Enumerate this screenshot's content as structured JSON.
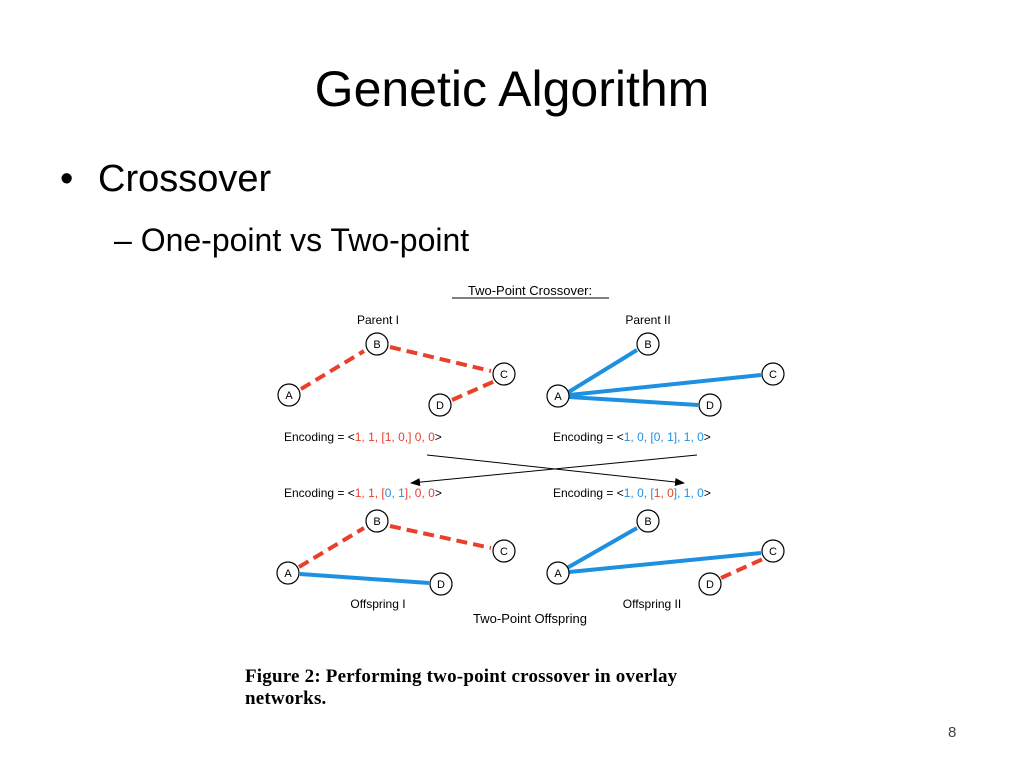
{
  "slide": {
    "title": "Genetic Algorithm",
    "bullet": "Crossover",
    "bullet_marker": "•",
    "sub_bullet": "– One-point vs Two-point",
    "page_number": "8"
  },
  "figure": {
    "header": "Two-Point Crossover:",
    "parent1_label": "Parent I",
    "parent2_label": "Parent II",
    "offspring1_label": "Offspring I",
    "offspring2_label": "Offspring II",
    "footer": "Two-Point Offspring",
    "caption_line1": "Figure 2: Performing two-point crossover in overlay",
    "caption_line2": "networks.",
    "encoding_prefix": "Encoding = <",
    "node_names": {
      "a": "A",
      "b": "B",
      "c": "C",
      "d": "D"
    },
    "encodings": {
      "parent1": [
        {
          "text": "1, 1, [1, 0,] 0, 0",
          "color": "#e8402a"
        },
        {
          "text": ">",
          "color": "#000000"
        }
      ],
      "parent2": [
        {
          "text": "1, 0, [0, 1], 1, 0",
          "color": "#1e90e0"
        },
        {
          "text": ">",
          "color": "#000000"
        }
      ],
      "offspring1": [
        {
          "text": "1, 1, [",
          "color": "#e8402a"
        },
        {
          "text": "0, 1",
          "color": "#1e90e0"
        },
        {
          "text": "], 0, 0",
          "color": "#e8402a"
        },
        {
          "text": ">",
          "color": "#000000"
        }
      ],
      "offspring2": [
        {
          "text": "1, 0, [",
          "color": "#1e90e0"
        },
        {
          "text": "1, 0",
          "color": "#e8402a"
        },
        {
          "text": "], 1, 0",
          "color": "#1e90e0"
        },
        {
          "text": ">",
          "color": "#000000"
        }
      ]
    },
    "colors": {
      "parent1_edge": "#e8402a",
      "parent2_edge": "#1e90e0"
    }
  }
}
